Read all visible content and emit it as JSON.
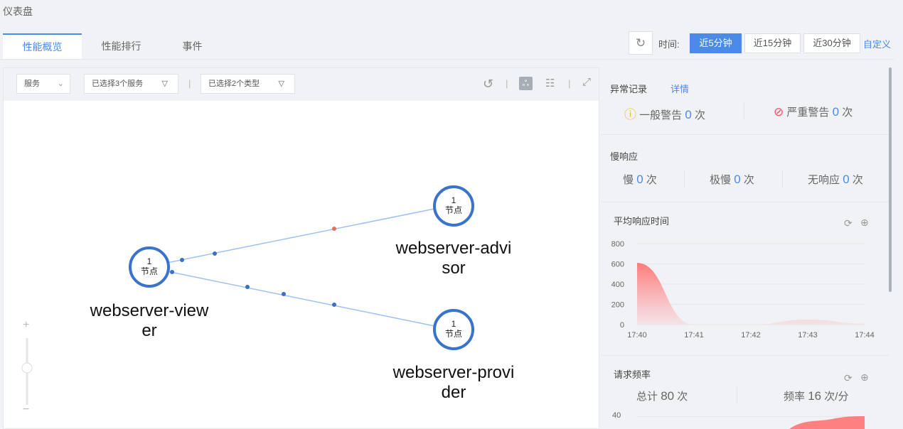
{
  "page_title": "仪表盘",
  "tabs": [
    {
      "label": "性能概览",
      "active": true
    },
    {
      "label": "性能排行"
    },
    {
      "label": "事件"
    }
  ],
  "time": {
    "label": "时间:",
    "options": [
      "近5分钟",
      "近15分钟",
      "近30分钟"
    ],
    "selected": "近5分钟",
    "custom": "自定义"
  },
  "toolbar": {
    "group_by": "服务",
    "services_filter": "已选择3个服务",
    "types_filter": "已选择2个类型"
  },
  "graph": {
    "nodes": [
      {
        "name": "webserver-viewer",
        "label_l1": "webserver-view",
        "label_l2": "er",
        "count": "1",
        "unit": "节点"
      },
      {
        "name": "webserver-advisor",
        "label_l1": "webserver-advi",
        "label_l2": "sor",
        "count": "1",
        "unit": "节点"
      },
      {
        "name": "webserver-provider",
        "label_l1": "webserver-provi",
        "label_l2": "der",
        "count": "1",
        "unit": "节点"
      }
    ],
    "zoom_plus": "+",
    "zoom_minus": "−"
  },
  "anomaly": {
    "title": "异常记录",
    "detail": "详情",
    "general_label": "一般警告",
    "general_count": "0",
    "critical_label": "严重警告",
    "critical_count": "0",
    "unit": "次"
  },
  "slow": {
    "title": "慢响应",
    "slow_label": "慢",
    "slow_count": "0",
    "very_label": "极慢",
    "very_count": "0",
    "none_label": "无响应",
    "none_count": "0",
    "unit": "次"
  },
  "req": {
    "title": "请求频率",
    "total_label": "总计",
    "total": "80",
    "total_unit": "次",
    "rate_label": "频率",
    "rate": "16",
    "rate_unit": "次/分"
  },
  "colors": {
    "accent": "#4a8be8",
    "area": "#ff7a7a"
  },
  "chart_data": [
    {
      "type": "area",
      "title": "平均响应时间",
      "x": [
        "17:40",
        "17:41",
        "17:42",
        "17:43",
        "17:44"
      ],
      "values": [
        610,
        0,
        0,
        50,
        10
      ],
      "yticks": [
        0,
        200,
        400,
        600,
        800
      ],
      "ylim": [
        0,
        800
      ]
    },
    {
      "type": "area",
      "title": "请求频率",
      "yticks": [
        40
      ],
      "partial": true
    }
  ]
}
